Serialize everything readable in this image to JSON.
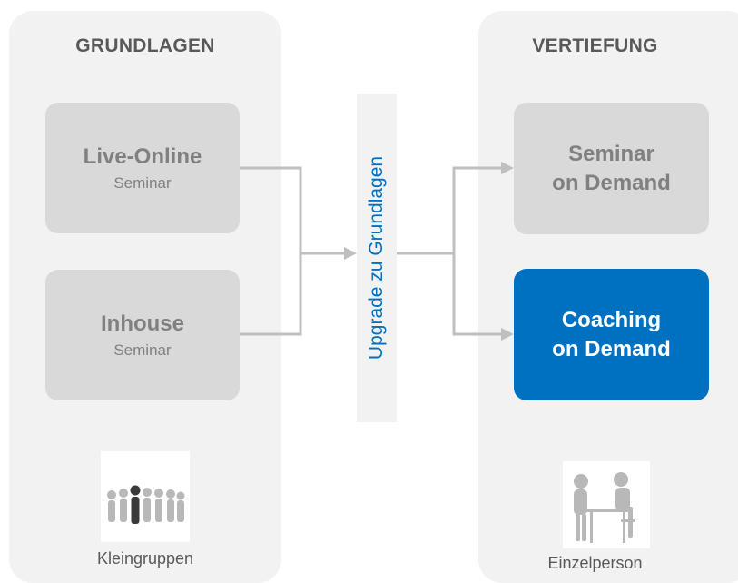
{
  "left_panel": {
    "title": "GRUNDLAGEN",
    "cards": [
      {
        "title": "Live-Online",
        "subtitle": "Seminar"
      },
      {
        "title": "Inhouse",
        "subtitle": "Seminar"
      }
    ],
    "caption": "Kleingruppen",
    "illustration_icon": "group-people-icon"
  },
  "center": {
    "upgrade_label": "Upgrade zu Grundlagen"
  },
  "right_panel": {
    "title": "VERTIEFUNG",
    "cards": [
      {
        "line1": "Seminar",
        "line2": "on Demand"
      },
      {
        "line1": "Coaching",
        "line2": "on Demand"
      }
    ],
    "caption": "Einzelperson",
    "illustration_icon": "coaching-people-icon"
  },
  "colors": {
    "panel": "#f2f2f2",
    "card": "#d9d9d9",
    "card_text": "#808080",
    "accent": "#0070c0",
    "connector": "#bfbfbf"
  }
}
